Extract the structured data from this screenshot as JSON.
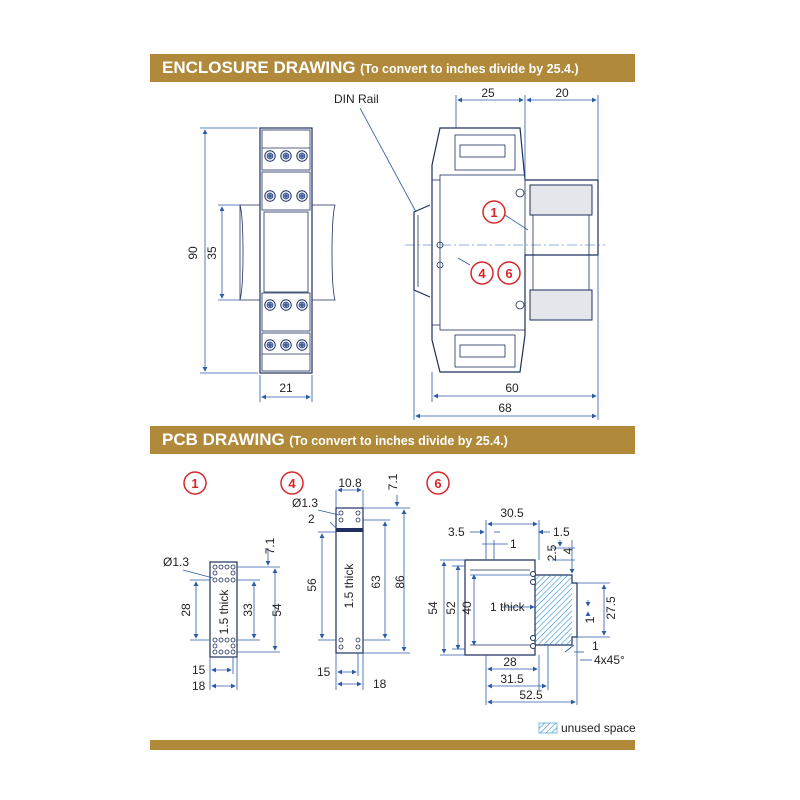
{
  "enclosure": {
    "title": "ENCLOSURE DRAWING",
    "note": "(To convert to inches divide by 25.4.)",
    "din_rail_label": "DIN Rail",
    "dims": {
      "height_90": "90",
      "height_35": "35",
      "width_21": "21",
      "top_25": "25",
      "top_20": "20",
      "depth_60": "60",
      "depth_68": "68"
    },
    "callouts": [
      "1",
      "4",
      "6"
    ]
  },
  "pcb": {
    "title": "PCB DRAWING",
    "note": "(To convert to inches divide by 25.4.)",
    "fig1": {
      "callout": "1",
      "hole": "Ø1.3",
      "d7_1": "7.1",
      "d28": "28",
      "thick": "1.5 thick",
      "d33": "33",
      "d54": "54",
      "d15": "15",
      "d18": "18"
    },
    "fig4": {
      "callout": "4",
      "d10_8": "10.8",
      "d7_1": "7.1",
      "hole": "Ø1.3",
      "d2": "2",
      "d56": "56",
      "thick": "1.5 thick",
      "d63": "63",
      "d86": "86",
      "d15": "15",
      "d18": "18"
    },
    "fig6": {
      "callout": "6",
      "d30_5": "30.5",
      "d3_5": "3.5",
      "d1_5": "1.5",
      "d1_top": "1",
      "d2_5": "2.5",
      "d4": "4",
      "d54": "54",
      "d52": "52",
      "d40": "40",
      "thick": "1 thick",
      "d27_5": "27.5",
      "d1_right": "1",
      "d1_bottom": "1",
      "chamfer": "4x45°",
      "d28": "28",
      "d31_5": "31.5",
      "d52_5": "52.5"
    }
  },
  "legend": {
    "unused_space": "unused space"
  },
  "colors": {
    "banner": "#b08a3a",
    "dimension": "#2b5ca8",
    "outline": "#1f2f5f",
    "callout": "#d7262a"
  }
}
